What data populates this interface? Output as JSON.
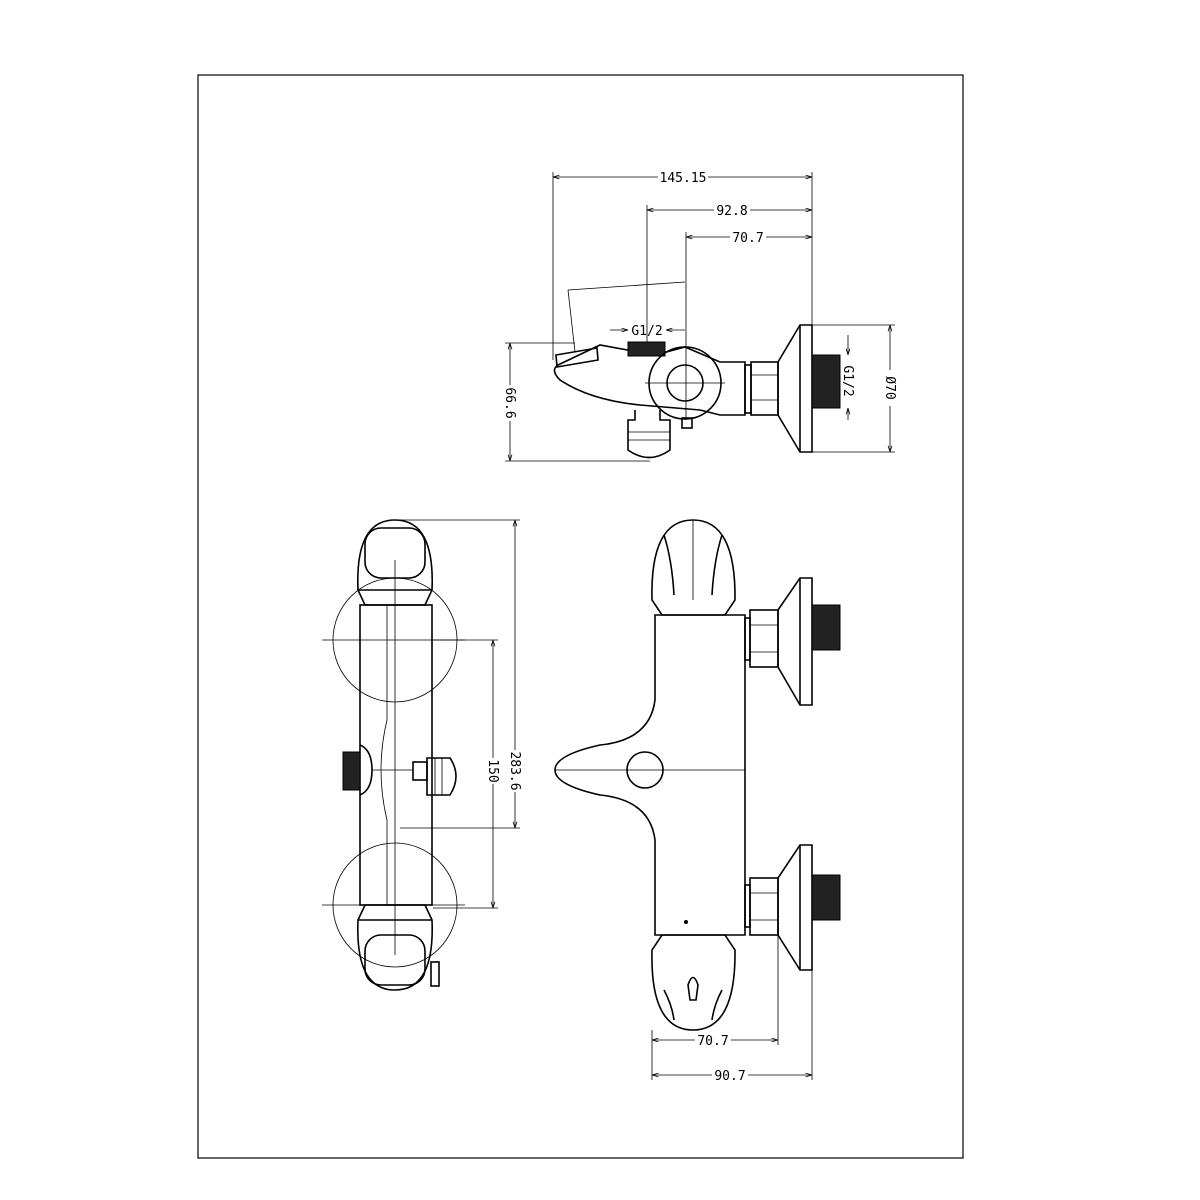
{
  "drawing": {
    "side_view": {
      "overall_length": "145.15",
      "outlet_offset": "92.8",
      "axis_offset": "70.7",
      "top_thread": "G1/2",
      "inlet_thread": "G1/2",
      "plate_diameter": "Ø70",
      "height": "66.6"
    },
    "front_view": {
      "inlet_spacing": "150",
      "overall_height": "283.6"
    },
    "end_view": {
      "axis_to_nut": "70.7",
      "axis_to_wall": "90.7"
    }
  }
}
